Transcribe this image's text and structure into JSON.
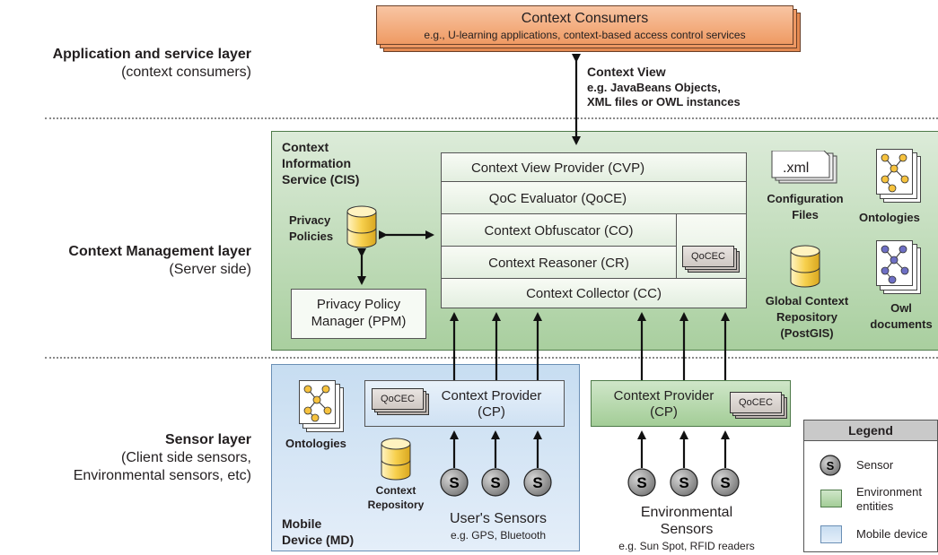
{
  "layers": {
    "application": {
      "title": "Application and service layer",
      "subtitle": "(context consumers)"
    },
    "management": {
      "title": "Context Management layer",
      "subtitle": "(Server side)"
    },
    "sensor": {
      "title": "Sensor layer",
      "subtitle_lines": [
        "(Client side sensors,",
        "Environmental sensors, etc)"
      ]
    }
  },
  "consumers": {
    "title": "Context Consumers",
    "subtitle": "e.g., U-learning applications, context-based access control services"
  },
  "context_view": {
    "title": "Context View",
    "lines": [
      "e.g. JavaBeans Objects,",
      "XML files or OWL instances"
    ]
  },
  "cis": {
    "label_lines": [
      "Context",
      "Information",
      "Service (CIS)"
    ],
    "stack": {
      "cvp": "Context View Provider (CVP)",
      "qoce": "QoC Evaluator (QoCE)",
      "co": "Context Obfuscator (CO)",
      "cr": "Context Reasoner (CR)",
      "cc": "Context Collector (CC)",
      "qocec": "QoCEC"
    },
    "privacy_policies_lines": [
      "Privacy",
      "Policies"
    ],
    "ppm_lines": [
      "Privacy Policy",
      "Manager (PPM)"
    ],
    "xml_label": ".xml",
    "config_lines": [
      "Configuration",
      "Files"
    ],
    "ontologies": "Ontologies",
    "gcr_lines": [
      "Global Context",
      "Repository",
      "(PostGIS)"
    ],
    "owl_lines": [
      "Owl",
      "documents"
    ]
  },
  "mobile": {
    "label_lines": [
      "Mobile",
      "Device (MD)"
    ],
    "cp_lines": [
      "Context Provider",
      "(CP)"
    ],
    "qocec": "QoCEC",
    "ontologies": "Ontologies",
    "repo_lines": [
      "Context",
      "Repository"
    ],
    "sensors_title": "User's Sensors",
    "sensors_example": "e.g. GPS, Bluetooth"
  },
  "environment": {
    "cp_lines": [
      "Context Provider",
      "(CP)"
    ],
    "qocec": "QoCEC",
    "sensors_title_lines": [
      "Environmental",
      "Sensors"
    ],
    "sensors_example": "e.g. Sun Spot, RFID readers"
  },
  "sensor_symbol": "S",
  "legend": {
    "title": "Legend",
    "sensor": "Sensor",
    "env_lines": [
      "Environment",
      "entities"
    ],
    "mobile": "Mobile device"
  },
  "colors": {
    "consumers": "#f4a26b",
    "green_region": "#b7d7ae",
    "blue_region": "#cfe2f3",
    "cylinder": "#f7c94a",
    "sensor": "#8e8e8e"
  }
}
